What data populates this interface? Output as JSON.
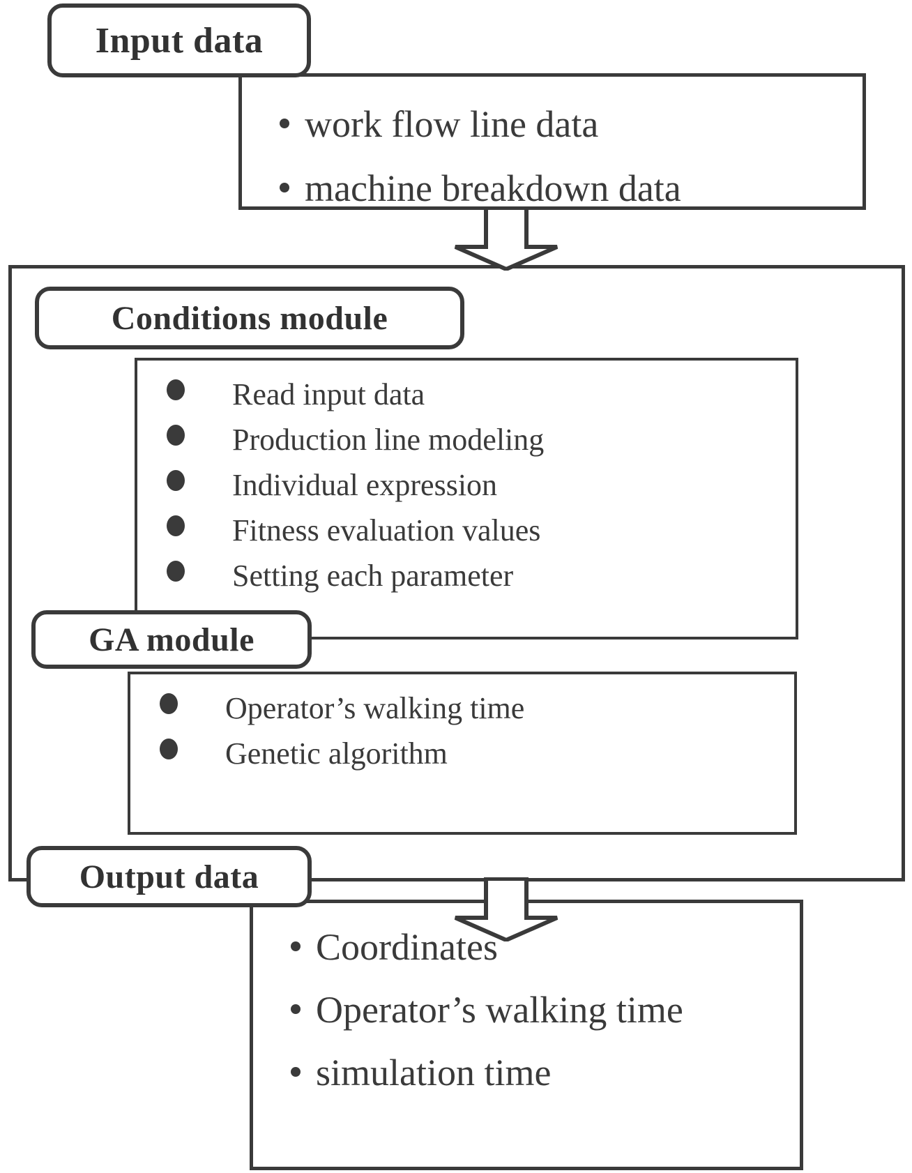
{
  "diagram": {
    "title": "System flow diagram",
    "stroke_color": "#3a3a3a",
    "background_color": "#ffffff",
    "input": {
      "label": "Input data",
      "items": [
        "work flow line data",
        "machine breakdown data"
      ]
    },
    "modules": {
      "conditions": {
        "label": "Conditions module",
        "items": [
          "Read input data",
          "Production line modeling",
          "Individual expression",
          "Fitness evaluation values",
          "Setting each parameter"
        ]
      },
      "ga": {
        "label": "GA module",
        "items": [
          "Operator’s walking time",
          "Genetic algorithm"
        ]
      }
    },
    "output": {
      "label": "Output data",
      "items": [
        "Coordinates",
        "Operator’s walking time",
        "simulation time"
      ]
    },
    "connectors": [
      {
        "name": "input-to-modules",
        "type": "block-arrow",
        "direction": "down"
      },
      {
        "name": "modules-to-output",
        "type": "block-arrow",
        "direction": "down"
      }
    ]
  }
}
